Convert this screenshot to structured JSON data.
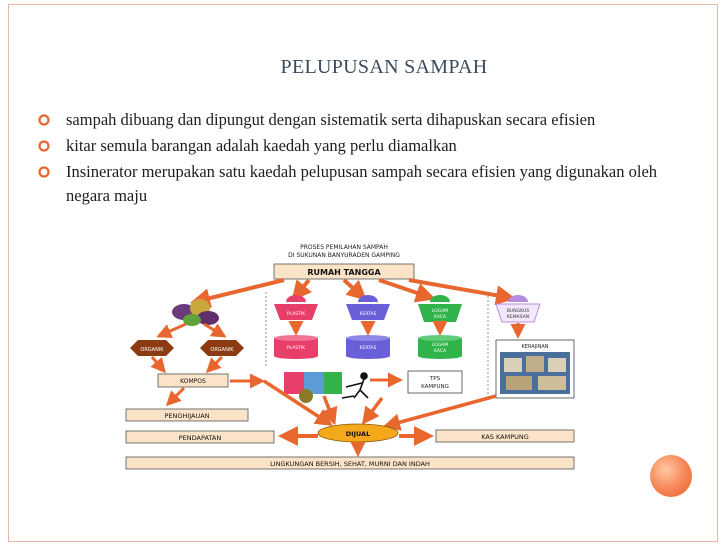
{
  "slide": {
    "title": "PELUPUSAN SAMPAH",
    "bullets": [
      "sampah dibuang dan dipungut dengan sistematik serta dihapuskan secara efisien",
      "kitar semula barangan adalah kaedah yang perlu diamalkan",
      "Insinerator merupakan satu kaedah pelupusan sampah secara efisien yang digunakan oleh negara maju"
    ]
  },
  "diagram": {
    "title_line1": "PROSES PEMILAHAN SAMPAH",
    "title_line2": "DI SUKUNAN BANYURADEN GAMPING",
    "rumah_tangga": "RUMAH TANGGA",
    "organik_left": "ORGANIK",
    "organik_right": "ORGANIK",
    "plastik_top": "PLASTIK",
    "kertas_top": "KERTAS",
    "logam_top_1": "LOGAM",
    "logam_top_2": "KACA",
    "bungkus_1": "BUNGKUS",
    "bungkus_2": "KEMASAN",
    "plastik_bin": "PLASTIK",
    "kertas_bin": "KERTAS",
    "logam_bin_1": "LOGAM",
    "logam_bin_2": "KACA",
    "kerajinan": "KERAJINAN",
    "kompos": "KOMPOS",
    "tps_1": "TPS",
    "tps_2": "KAMPUNG",
    "penghijauan": "PENGHIJAUAN",
    "pendapatan": "PENDAPATAN",
    "dijual": "DIJUAL",
    "kas_kampung": "KAS KAMPUNG",
    "lingkungan": "LINGKUNGAN BERSIH, SEHAT, MURNI DAN INDAH"
  },
  "colors": {
    "arrow": "#e8672e",
    "box_fill": "#fbe3c8",
    "organik": "#8b3a12",
    "plastik": "#e73f6a",
    "kertas": "#6a5fd8",
    "logam": "#2fb34a",
    "bungkus": "#b98be0",
    "dijual": "#f6a81b",
    "bullet": "#e8672e"
  }
}
